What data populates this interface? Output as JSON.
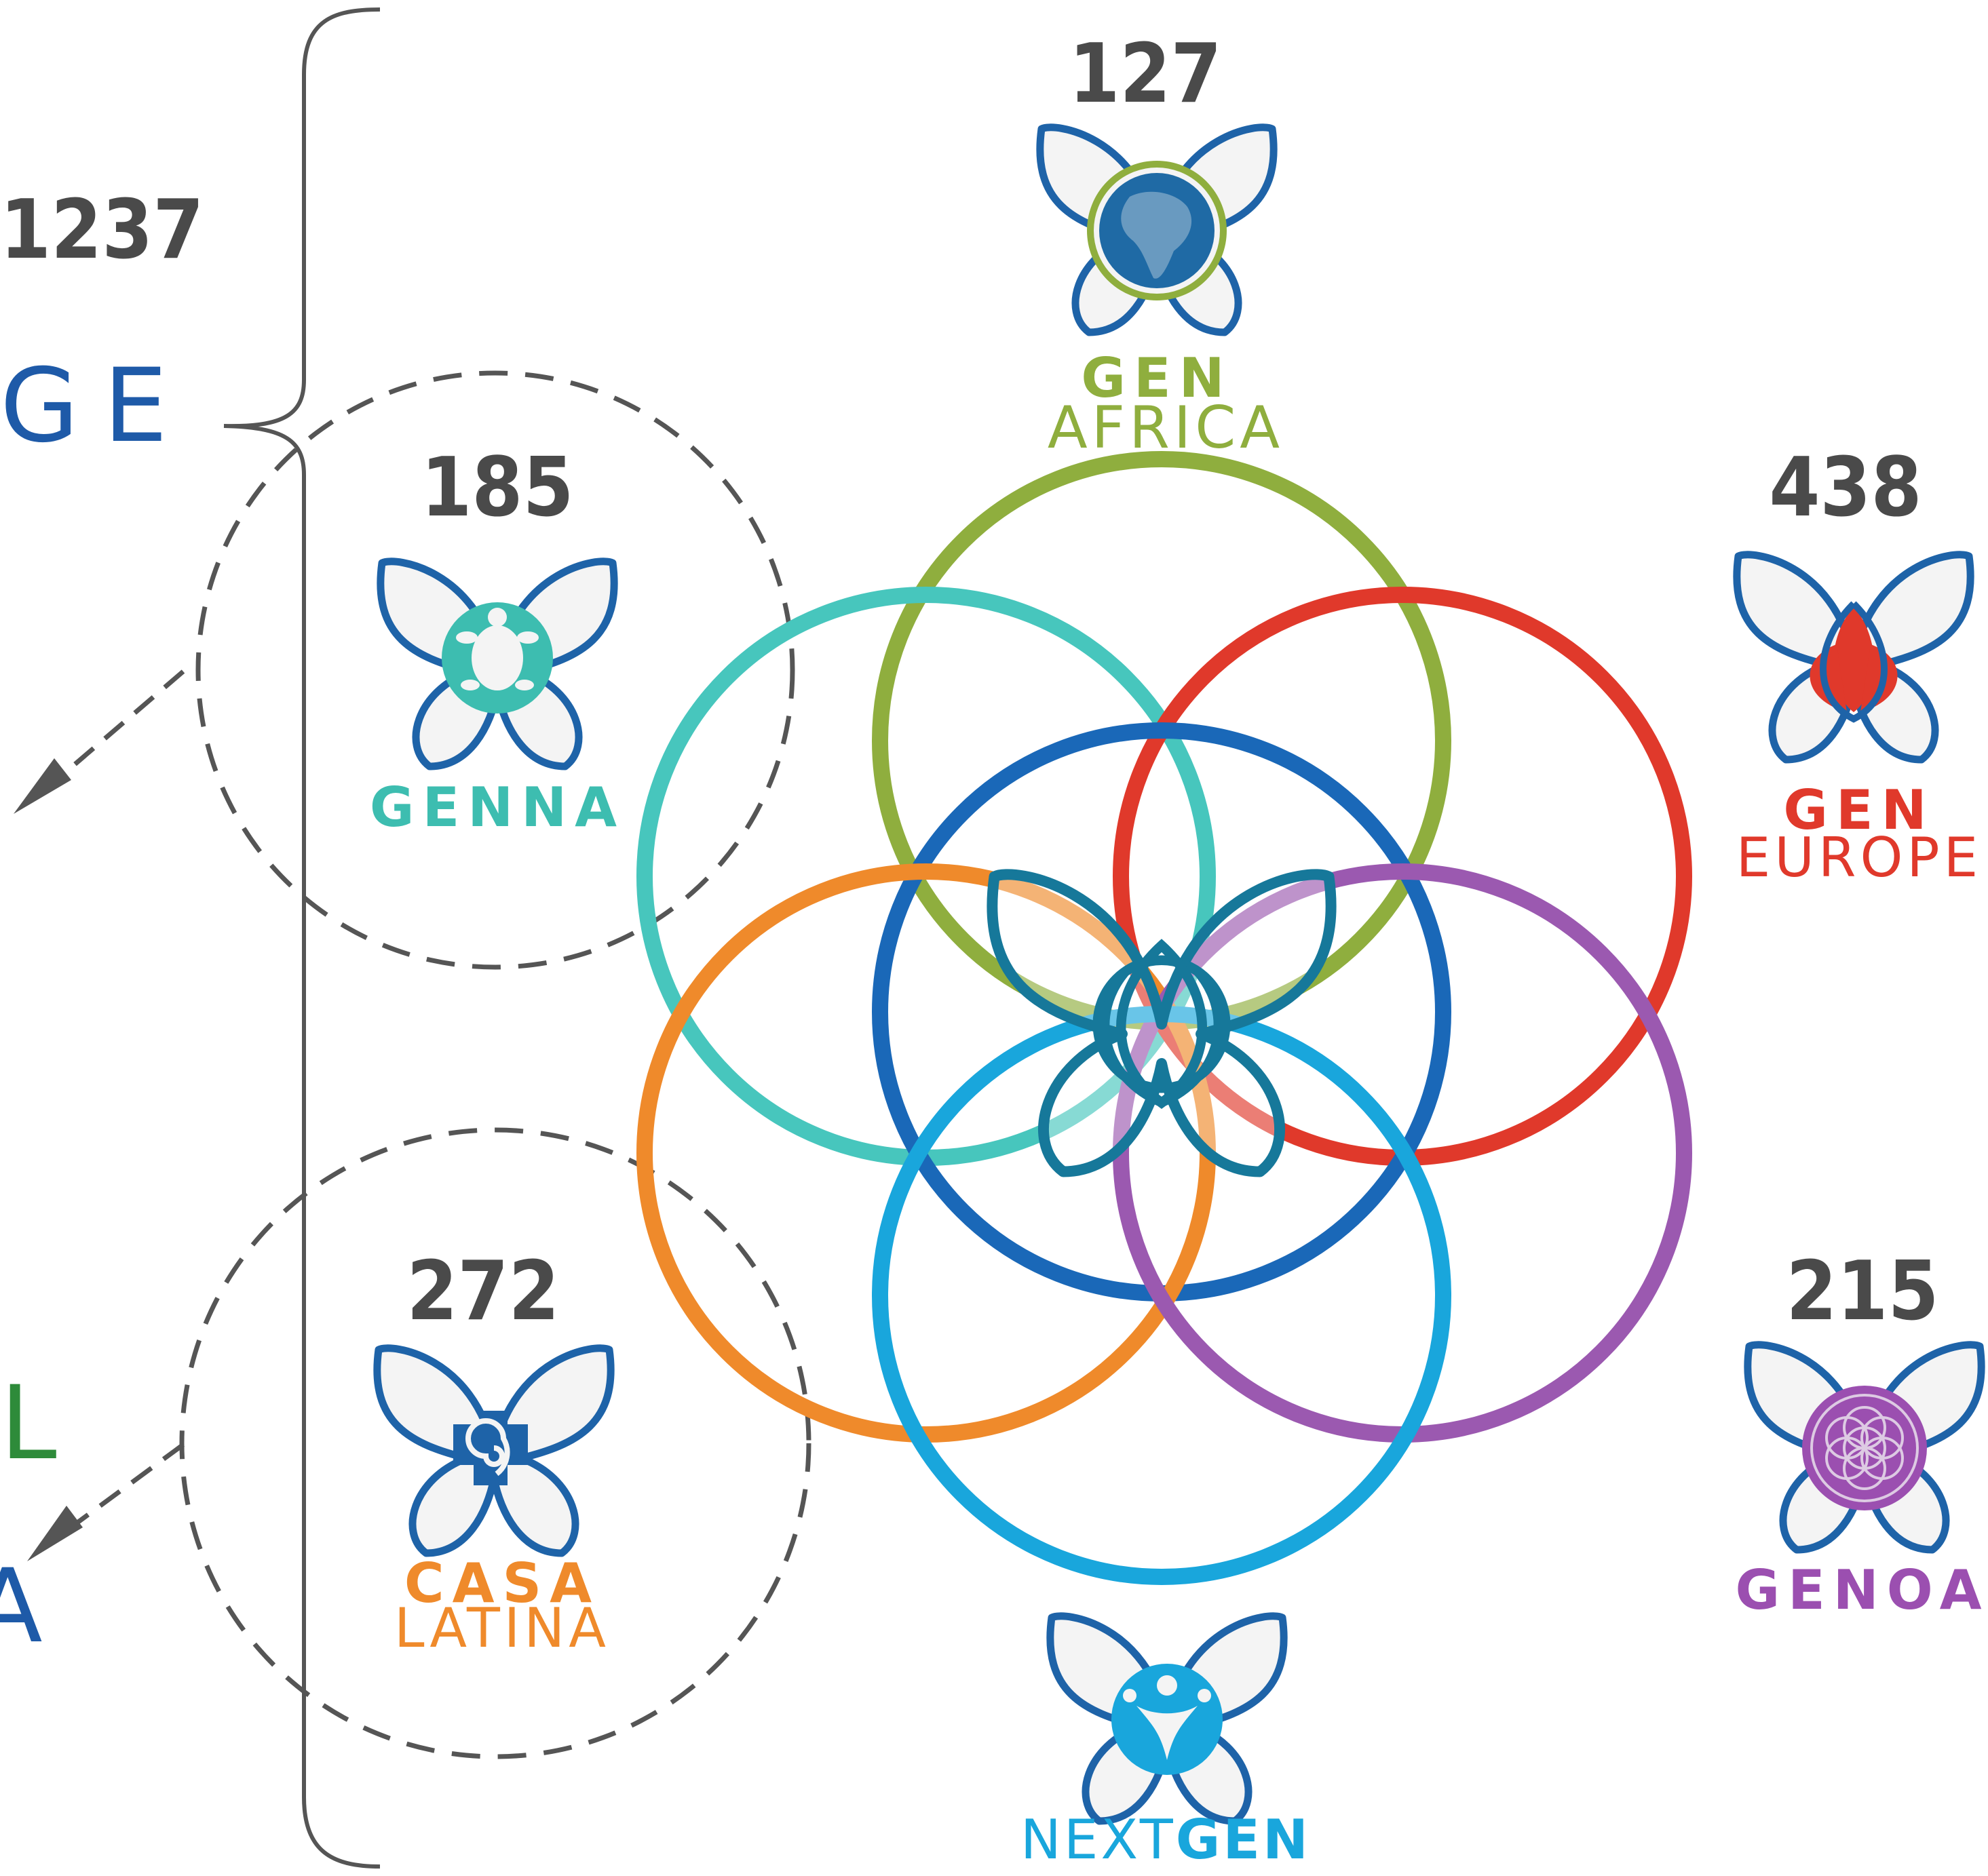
{
  "totals": {
    "count": "1237",
    "partial_word": "GE",
    "partial_left_l": "L",
    "partial_left_a": "A"
  },
  "regions": {
    "africa": {
      "count": "127",
      "line1": "GEN",
      "line2": "AFRICA",
      "color": "#8fae3e"
    },
    "genna": {
      "count": "185",
      "line1": "GENNA",
      "color": "#3dbdb0"
    },
    "europe": {
      "count": "438",
      "line1": "GEN",
      "line2": "EUROPE",
      "color": "#e0392b"
    },
    "casa": {
      "count": "272",
      "line1": "CASA",
      "line2": "LATINA",
      "color": "#ef8a2b"
    },
    "genoa": {
      "count": "215",
      "line1": "GENOA",
      "color": "#9b4fb0"
    },
    "nextgen": {
      "line1": "NEXT",
      "line2": "GEN",
      "color": "#19a6dc"
    }
  },
  "colors": {
    "logo_outline": "#1e63a8",
    "center_logo": "#16789a",
    "dark_blue_ring": "#1a68b8",
    "gray": "#555555"
  },
  "icons": {
    "africa": "globe-africa-icon",
    "genna": "turtle-icon",
    "europe": "lotus-icon",
    "casa": "spiral-icon",
    "genoa": "flower-of-life-icon",
    "nextgen": "people-icon",
    "center": "gen-butterfly-icon"
  }
}
